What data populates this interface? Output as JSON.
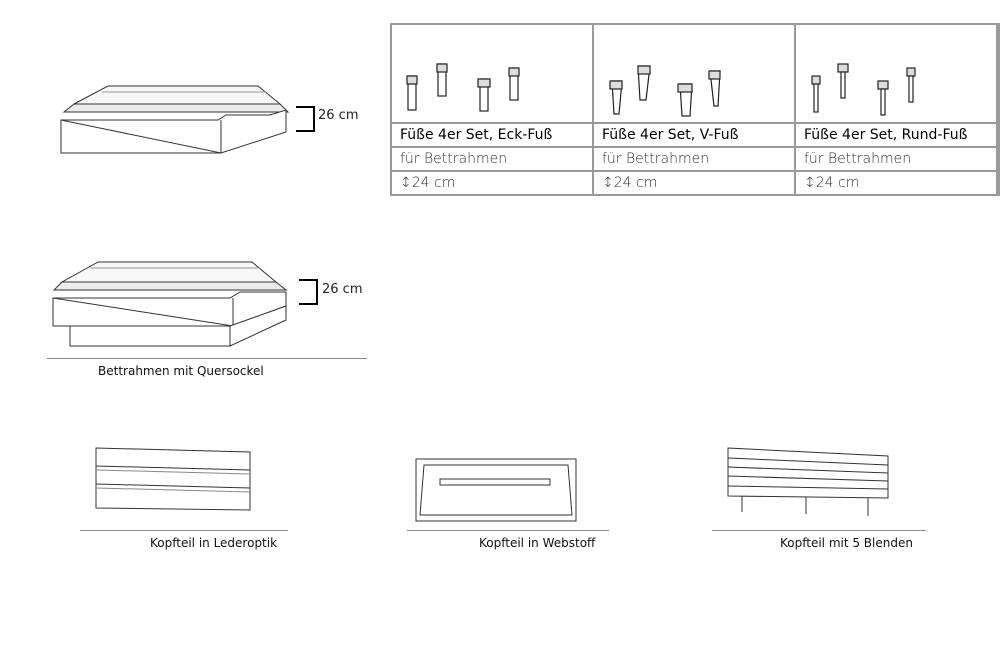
{
  "bed_top": {
    "dimension": "26 cm"
  },
  "bed_quersockel": {
    "dimension": "26 cm",
    "caption": "Bettrahmen mit Quersockel"
  },
  "feet_table": {
    "columns": [
      {
        "name": "Füße 4er Set, Eck-Fuß",
        "use": "für Bettrahmen",
        "height": "↕24 cm"
      },
      {
        "name": "Füße 4er Set, V-Fuß",
        "use": "für Bettrahmen",
        "height": "↕24 cm"
      },
      {
        "name": "Füße 4er Set, Rund-Fuß",
        "use": "für Bettrahmen",
        "height": "↕24 cm"
      }
    ]
  },
  "headboards": [
    {
      "caption": "Kopfteil in Lederoptik"
    },
    {
      "caption": "Kopfteil in Webstoff"
    },
    {
      "caption": "Kopfteil mit 5 Blenden"
    }
  ]
}
